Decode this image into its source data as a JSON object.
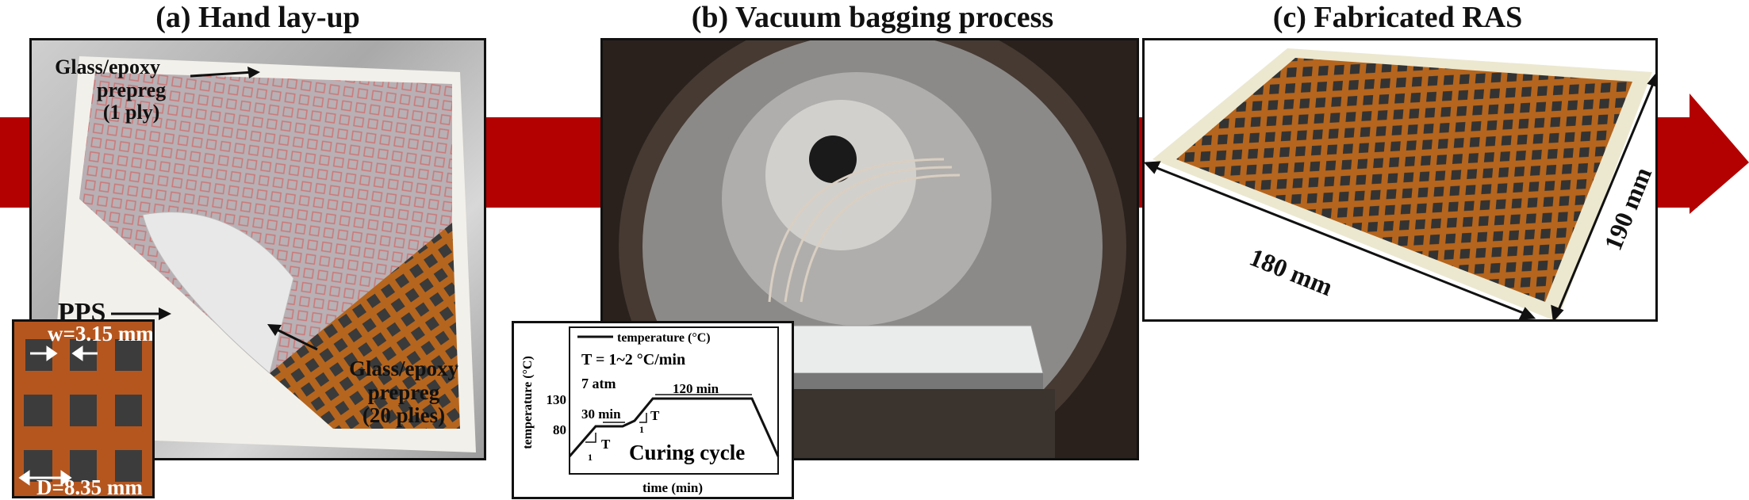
{
  "titles": {
    "a": "(a) Hand lay-up",
    "b": "(b) Vacuum bagging process",
    "c": "(c) Fabricated RAS"
  },
  "panel_a": {
    "label_top_line1": "Glass/epoxy",
    "label_top_line2": "prepreg",
    "label_top_line3": "(1 ply)",
    "label_pps": "PPS",
    "label_bottom_line1": "Glass/epoxy",
    "label_bottom_line2": "prepreg",
    "label_bottom_line3": "(20 plies)",
    "inset_w": "w=3.15 mm",
    "inset_d": "D=8.35 mm"
  },
  "curing_chart": {
    "legend": "temperature (°C)",
    "rate": "T = 1~2 °C/min",
    "pressure": "7 atm",
    "ylabel": "temperature (°C)",
    "xlabel": "time (min)",
    "yticks": [
      "130",
      "80"
    ],
    "hold1": "30 min",
    "hold2": "120 min",
    "slope_T": "T",
    "slope_1": "1",
    "caption": "Curing cycle"
  },
  "panel_c": {
    "dim1": "180 mm",
    "dim2": "190 mm"
  },
  "colors": {
    "arrow": "#b30000",
    "copper": "#b5651d",
    "square": "#3a3a3a"
  }
}
